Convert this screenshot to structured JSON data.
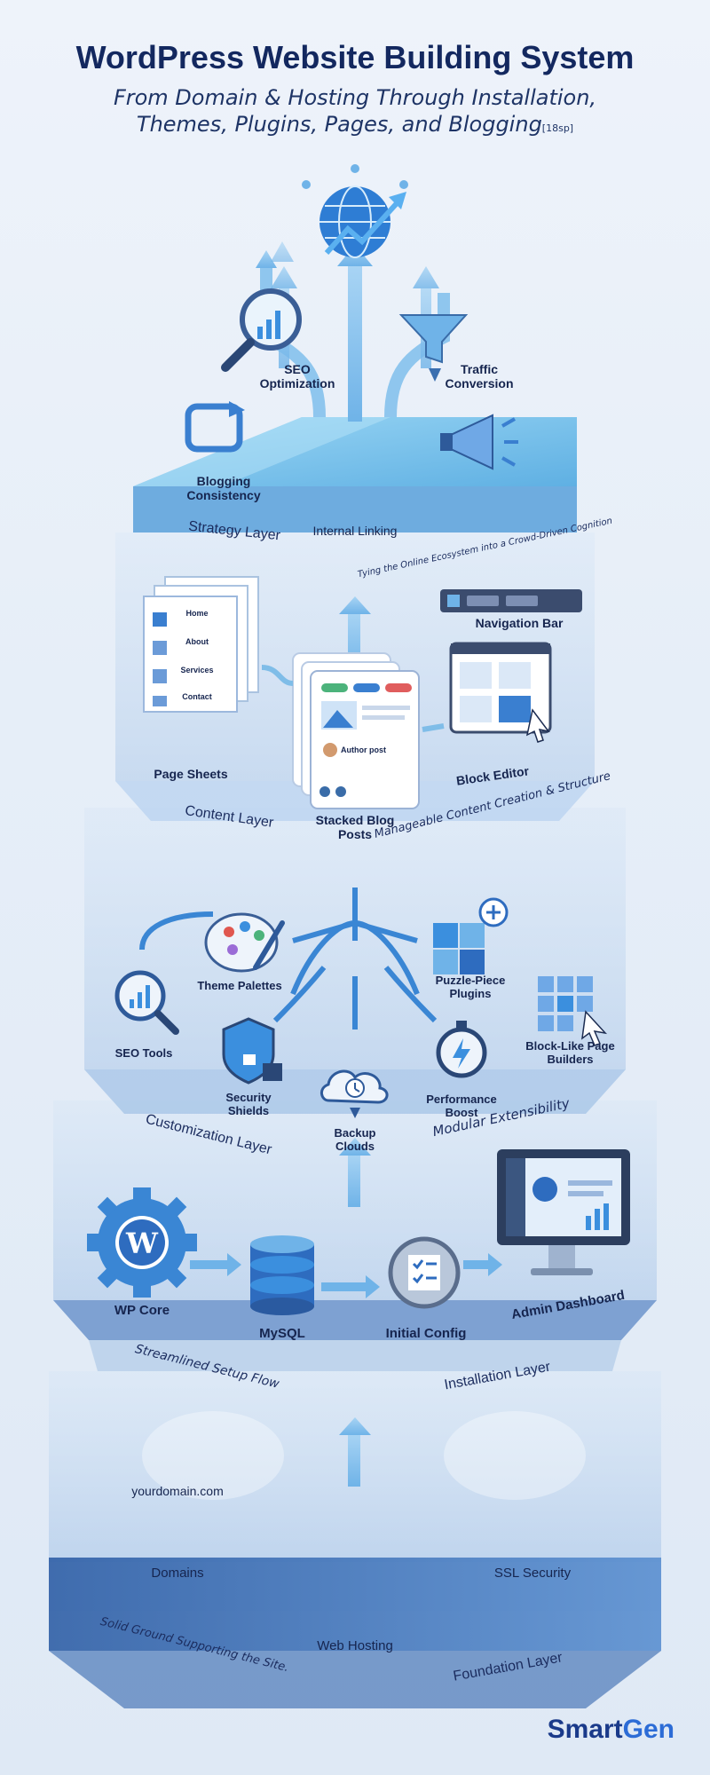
{
  "title": "WordPress Website Building System",
  "subtitle_line1": "From Domain & Hosting Through Installation,",
  "subtitle_line2": "Themes, Plugins, Pages, and Blogging",
  "subtitle_ref": "[18sp]",
  "layers": {
    "strategy": {
      "name": "Strategy Layer",
      "tagline": "Tying the Online Ecosystem into a Crowd-Driven Cognition",
      "items": {
        "seo": "SEO Optimization",
        "traffic": "Traffic Conversion",
        "blogging": "Blogging Consistency",
        "linking": "Internal Linking"
      }
    },
    "content": {
      "name": "Content Layer",
      "tagline": "Manageable Content Creation & Structure",
      "items": {
        "pages": "Page Sheets",
        "posts": "Stacked Blog Posts",
        "nav": "Navigation Bar",
        "editor": "Block Editor"
      },
      "page_sheet_labels": [
        "Home",
        "About",
        "Services",
        "Contact"
      ],
      "post_author": "Author post"
    },
    "customization": {
      "name": "Customization Layer",
      "tagline": "Modular Extensibility",
      "items": {
        "themes": "Theme Palettes",
        "plugins": "Puzzle-Piece Plugins",
        "seo_tools": "SEO Tools",
        "security": "Security Shields",
        "backup": "Backup Clouds",
        "performance": "Performance Boost",
        "builders": "Block-Like Page Builders"
      }
    },
    "installation": {
      "name": "Installation Layer",
      "tagline": "Streamlined Setup Flow",
      "items": {
        "core": "WP Core",
        "mysql": "MySQL",
        "config": "Initial Config",
        "dashboard": "Admin Dashboard"
      }
    },
    "foundation": {
      "name": "Foundation Layer",
      "tagline": "Solid Ground Supporting the Site.",
      "items": {
        "domain_url": "yourdomain.com",
        "domains": "Domains",
        "ssl": "SSL Security",
        "hosting": "Web Hosting"
      }
    }
  },
  "brand": {
    "part1": "Smart",
    "part2": "Gen"
  },
  "colors": {
    "accent": "#2c7ad6",
    "dark": "#13285f",
    "layer_top": "#7fc6ee"
  }
}
